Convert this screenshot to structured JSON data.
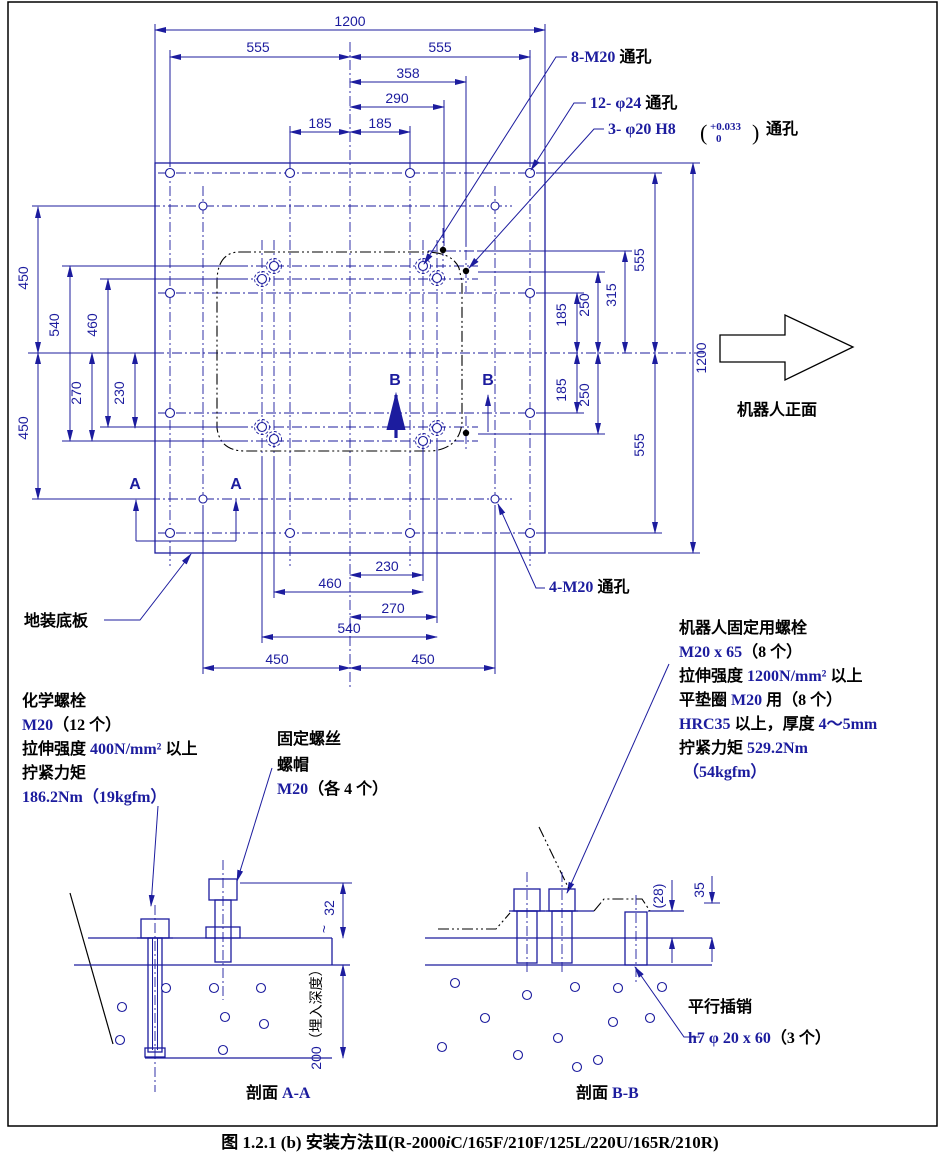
{
  "colors": {
    "line": "#1c1c9e",
    "ink": "#000000",
    "bg": "#ffffff"
  },
  "dims": {
    "top": [
      "1200",
      "555",
      "555",
      "358",
      "290",
      "185",
      "185"
    ],
    "left": [
      "450",
      "540",
      "460",
      "270",
      "230",
      "450"
    ],
    "right": [
      "555",
      "315",
      "250",
      "185",
      "185",
      "250",
      "555",
      "1200"
    ],
    "bottom": [
      "230",
      "460",
      "270",
      "540",
      "450",
      "450"
    ],
    "section_a": {
      "h32": "32",
      "depth_num": "200",
      "depth_label": "（埋入深度）",
      "tilde": "~"
    },
    "section_b": {
      "h28": "(28)",
      "h35": "35"
    }
  },
  "callouts": {
    "m20_8": {
      "code": "8-M20",
      "suffix": " 通孔"
    },
    "d24_12": {
      "code": "12- φ24",
      "suffix": " 通孔"
    },
    "h8_3": {
      "code": "3- φ20 H8",
      "paren_open": "(",
      "tol_top": "+0.033",
      "tol_bottom": "0",
      "paren_close": ")",
      "suffix": " 通孔"
    },
    "m20_4": {
      "code": "4-M20",
      "suffix": " 通孔"
    },
    "base_plate": "地装底板",
    "robot_front": "机器人正面",
    "pin": {
      "line1": "平行插销",
      "code": "h7 φ 20 x 60",
      "suffix": "（3 个）"
    }
  },
  "notes": {
    "chemical": [
      [
        "化学螺栓"
      ],
      [
        "M20",
        "（12 个）"
      ],
      [
        "拉伸强度 ",
        "400N/mm²",
        " 以上"
      ],
      [
        "拧紧力矩"
      ],
      [
        "186.2Nm（19kgfm）"
      ]
    ],
    "fixing": [
      [
        "固定螺丝"
      ],
      [
        "螺帽"
      ],
      [
        "M20",
        "（各 4 个）"
      ]
    ],
    "robot": [
      [
        "机器人固定用螺栓"
      ],
      [
        "M20 x 65",
        "（8 个）"
      ],
      [
        "拉伸强度 ",
        "1200N/mm²",
        " 以上"
      ],
      [
        "平垫圈 ",
        "M20",
        " 用（8 个）"
      ],
      [
        "HRC35",
        " 以上，厚度 ",
        "4～5mm"
      ],
      [
        "拧紧力矩 ",
        "529.2Nm"
      ],
      [
        "（54kgfm）"
      ]
    ]
  },
  "section_labels": {
    "prefix_a": "剖面 ",
    "name_a": "A-A",
    "prefix_b": "剖面 ",
    "name_b": "B-B"
  },
  "cut_markers": {
    "a": "A",
    "b": "B"
  },
  "caption": {
    "pre": "图 1.2.1 (b)  安装方法Ⅱ(R-2000",
    "i": "i",
    "post": "C/165F/210F/125L/220U/165R/210R)"
  }
}
